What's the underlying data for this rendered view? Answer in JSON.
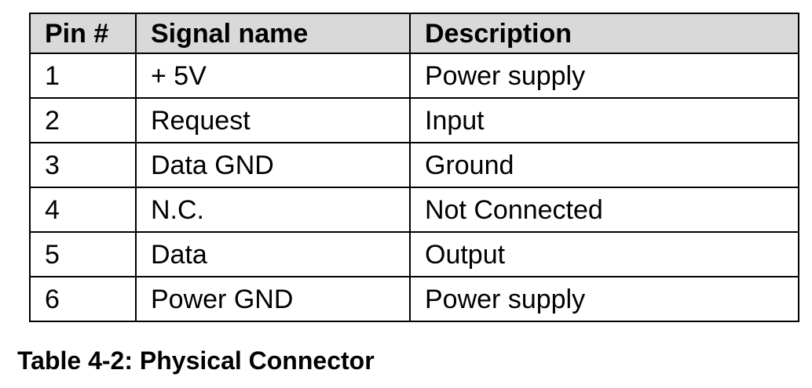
{
  "table": {
    "headers": [
      "Pin #",
      "Signal name",
      "Description"
    ],
    "rows": [
      [
        "1",
        "+ 5V",
        "Power supply"
      ],
      [
        "2",
        "Request",
        "Input"
      ],
      [
        "3",
        "Data GND",
        "Ground"
      ],
      [
        "4",
        "N.C.",
        "Not Connected"
      ],
      [
        "5",
        "Data",
        "Output"
      ],
      [
        "6",
        "Power GND",
        "Power supply"
      ]
    ]
  },
  "caption": "Table 4-2: Physical Connector"
}
